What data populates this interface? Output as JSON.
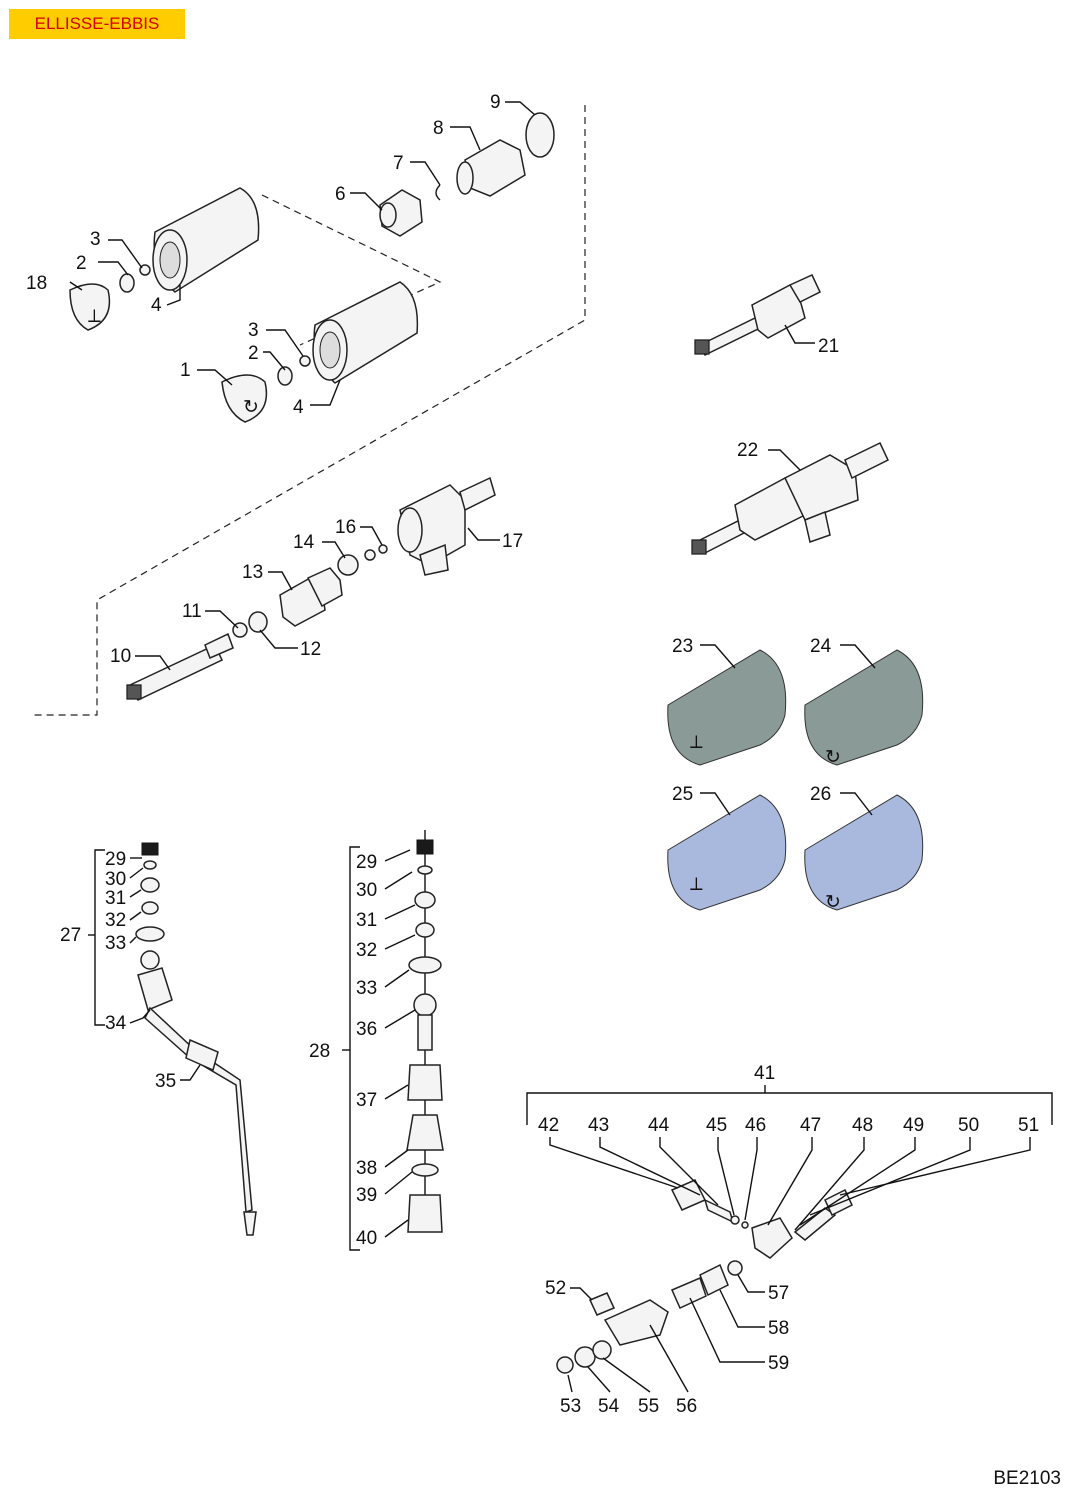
{
  "badge": "ELLISSE-EBBIS",
  "drawing_code": "BE2103",
  "colors": {
    "badge_bg": "#ffcc00",
    "badge_text": "#d40000",
    "knob_grey": "#8a9a96",
    "knob_blue": "#a9b9dd"
  },
  "labels": {
    "p1": "1",
    "p2a": "2",
    "p2b": "2",
    "p3a": "3",
    "p3b": "3",
    "p4a": "4",
    "p4b": "4",
    "p6": "6",
    "p7": "7",
    "p8": "8",
    "p9": "9",
    "p10": "10",
    "p11": "11",
    "p12": "12",
    "p13": "13",
    "p14": "14",
    "p16": "16",
    "p17": "17",
    "p18": "18",
    "p21": "21",
    "p22": "22",
    "p23": "23",
    "p24": "24",
    "p25": "25",
    "p26": "26",
    "p27": "27",
    "p28": "28",
    "l29": "29",
    "l30": "30",
    "l31": "31",
    "l32": "32",
    "l33": "33",
    "l34": "34",
    "l35": "35",
    "r29": "29",
    "r30": "30",
    "r31": "31",
    "r32": "32",
    "r33": "33",
    "r36": "36",
    "r37": "37",
    "r38": "38",
    "r39": "39",
    "r40": "40",
    "p41": "41",
    "p42": "42",
    "p43": "43",
    "p44": "44",
    "p45": "45",
    "p46": "46",
    "p47": "47",
    "p48": "48",
    "p49": "49",
    "p50": "50",
    "p51": "51",
    "p52": "52",
    "p53": "53",
    "p54": "54",
    "p55": "55",
    "p56": "56",
    "p57": "57",
    "p58": "58",
    "p59": "59"
  }
}
